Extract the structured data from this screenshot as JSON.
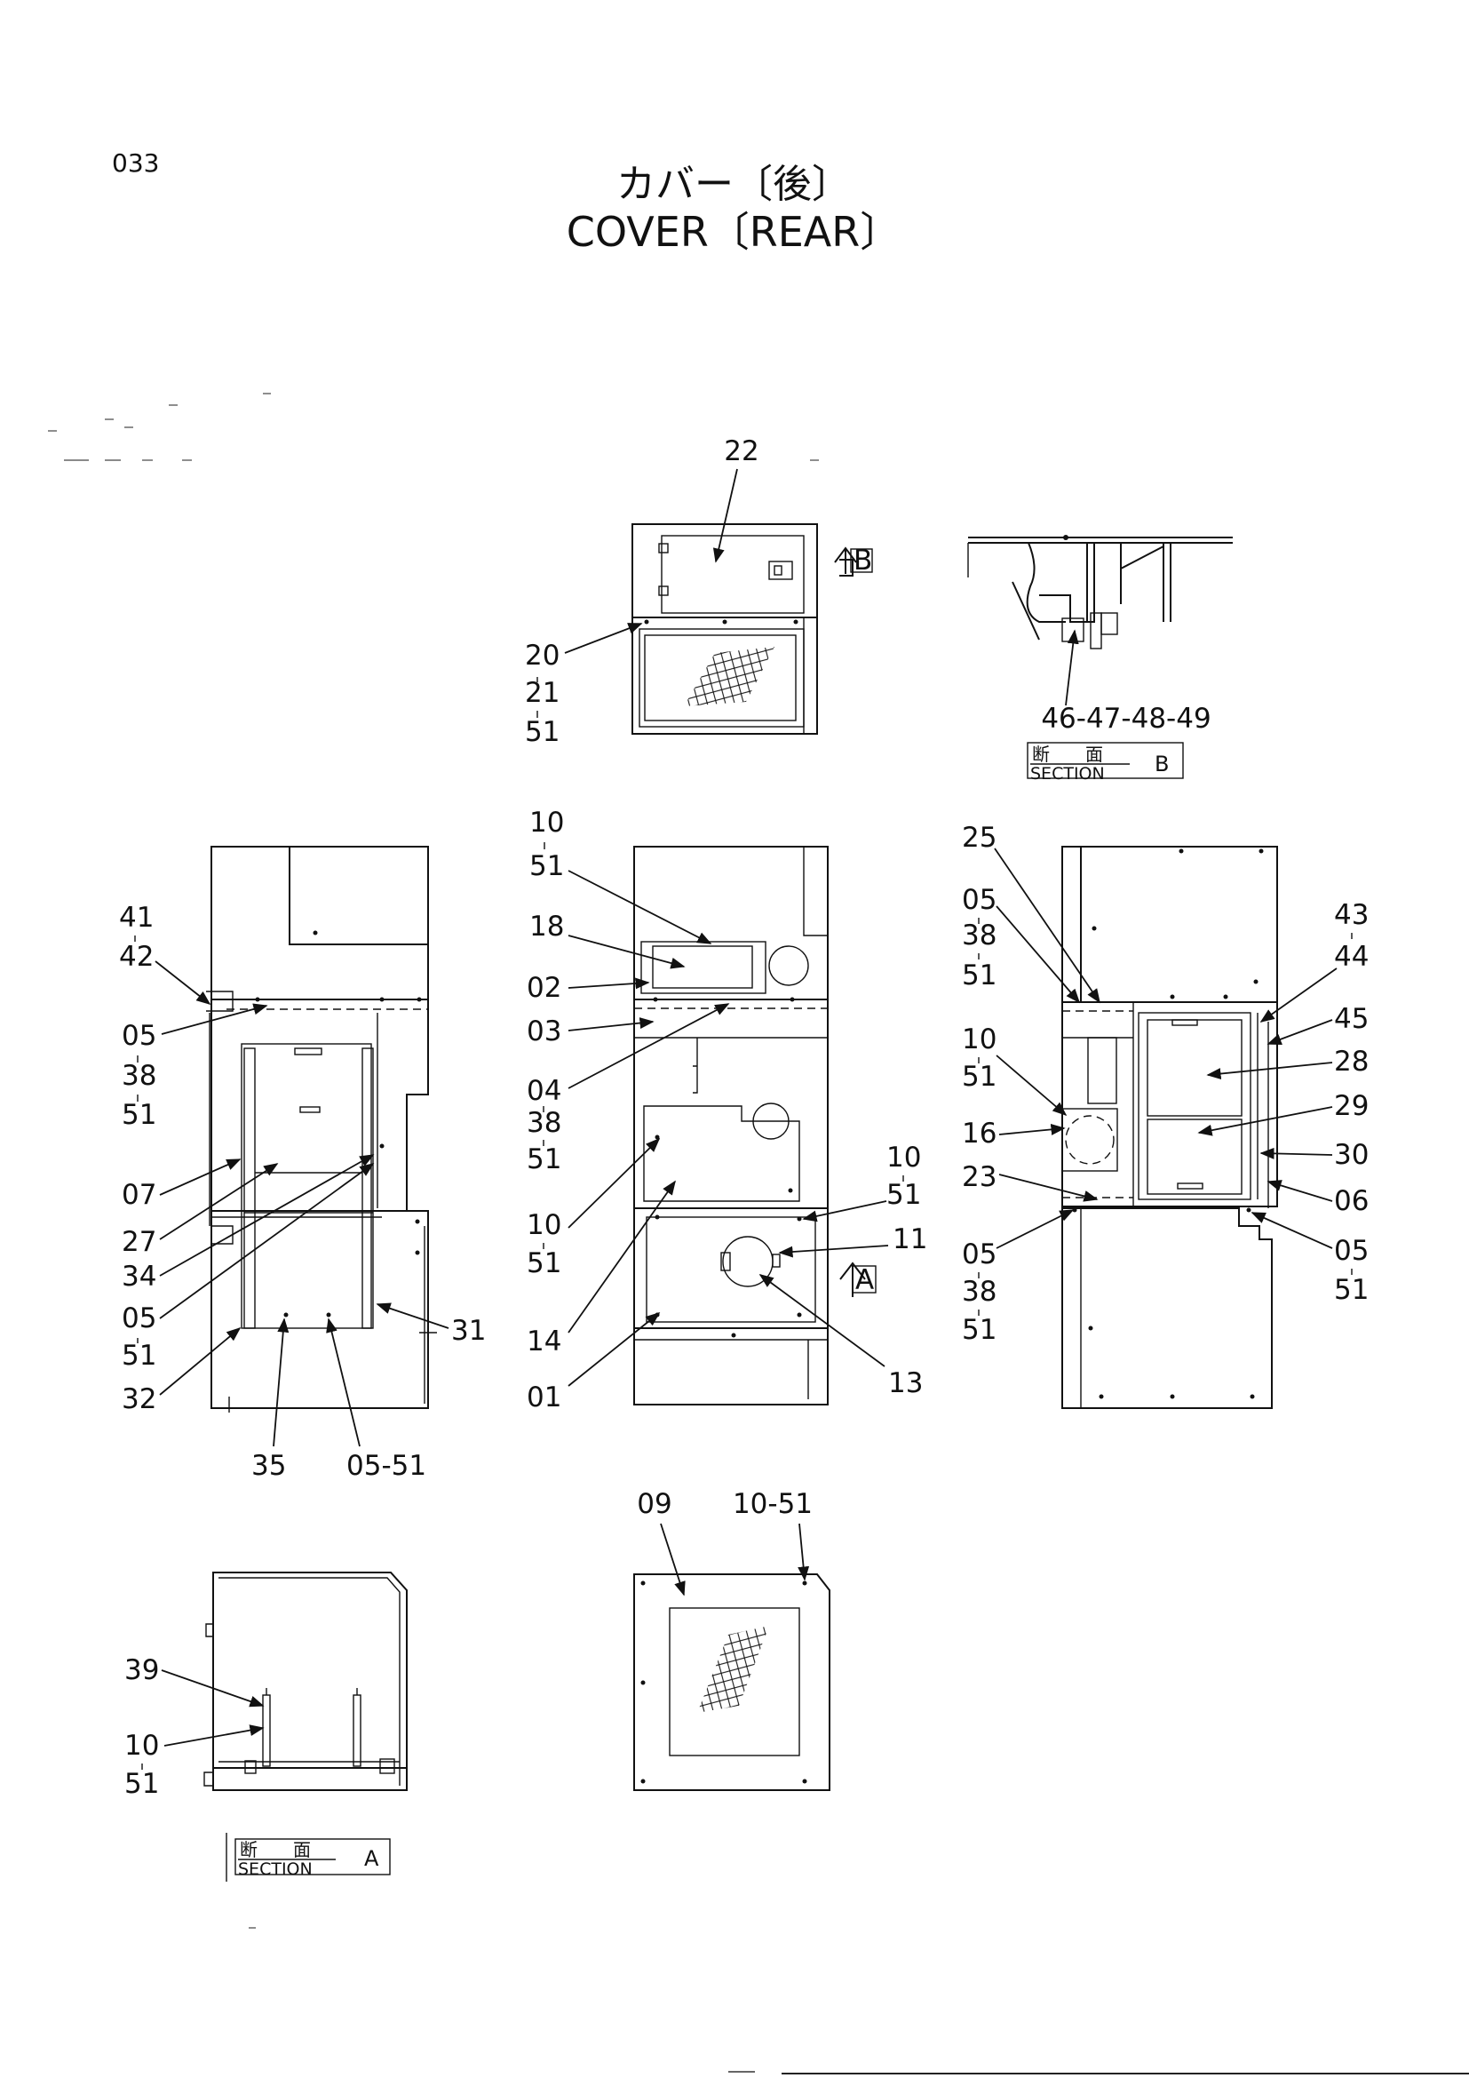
{
  "page": {
    "code": "033",
    "title_jp": "カバー〔後〕",
    "title_en": "COVER〔REAR〕"
  },
  "views": {
    "top_panel": {
      "labels": {
        "p22": "22",
        "p20": "20",
        "p21": "21",
        "p51": "51"
      },
      "marker": "B"
    },
    "section_b": {
      "parts": "46-47-48-49",
      "tag_jp": "断　　面",
      "tag_en": "SECTION",
      "tag_letter": "B"
    },
    "left_view": {
      "labels": {
        "p41": "41",
        "p42": "42",
        "p05a": "05",
        "p38a": "38",
        "p51a": "51",
        "p07": "07",
        "p27": "27",
        "p34": "34",
        "p05b": "05",
        "p51b": "51",
        "p32": "32",
        "p35": "35",
        "p0551": "05-51",
        "p31": "31"
      }
    },
    "center_view": {
      "labels": {
        "p10a": "10",
        "p51a": "51",
        "p18": "18",
        "p02": "02",
        "p03": "03",
        "p04": "04",
        "p38": "38",
        "p51b": "51",
        "p10b": "10",
        "p51c": "51",
        "p14": "14",
        "p01": "01",
        "p10c": "10",
        "p51d": "51",
        "p11": "11",
        "p13": "13"
      },
      "marker": "A"
    },
    "right_view": {
      "labels": {
        "p25": "25",
        "p05a": "05",
        "p38a": "38",
        "p51a": "51",
        "p10": "10",
        "p51b": "51",
        "p16": "16",
        "p23": "23",
        "p05b": "05",
        "p38b": "38",
        "p51c": "51",
        "p43": "43",
        "p44": "44",
        "p45": "45",
        "p28": "28",
        "p29": "29",
        "p30": "30",
        "p06": "06",
        "p05c": "05",
        "p51d": "51"
      }
    },
    "section_a": {
      "labels": {
        "p39": "39",
        "p10": "10",
        "p51": "51"
      },
      "tag_jp": "断　　面",
      "tag_en": "SECTION",
      "tag_letter": "A"
    },
    "bottom_panel": {
      "labels": {
        "p09": "09",
        "p1051": "10-51"
      }
    }
  }
}
